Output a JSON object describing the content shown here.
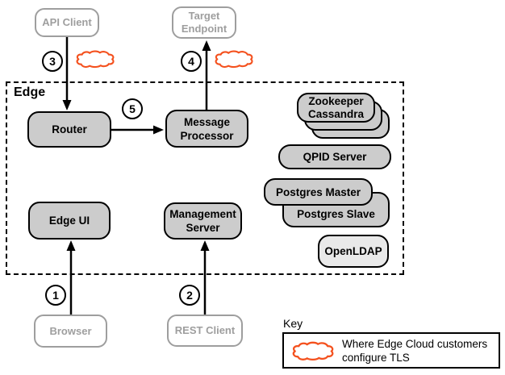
{
  "edge_label": "Edge",
  "nodes": {
    "api_client": "API Client",
    "target_endpoint": [
      "Target",
      "Endpoint"
    ],
    "router": "Router",
    "message_processor": [
      "Message",
      "Processor"
    ],
    "zookeeper_stack": [
      "Zookeeper",
      "Cassandra"
    ],
    "qpid_server": "QPID Server",
    "postgres_master": "Postgres Master",
    "postgres_slave": "Postgres Slave",
    "openldap": "OpenLDAP",
    "edge_ui": "Edge UI",
    "management_server": [
      "Management",
      "Server"
    ],
    "browser": "Browser",
    "rest_client": "REST Client"
  },
  "steps": [
    "1",
    "2",
    "3",
    "4",
    "5"
  ],
  "key": {
    "title": "Key",
    "description_line1": "Where Edge Cloud customers",
    "description_line2": "configure TLS"
  },
  "colors": {
    "cloud_stroke": "#f4511e",
    "node_fill": "#cccccc",
    "openldap_fill": "#e9e9e9",
    "external_gray": "#9e9e9e",
    "line": "#000000"
  }
}
